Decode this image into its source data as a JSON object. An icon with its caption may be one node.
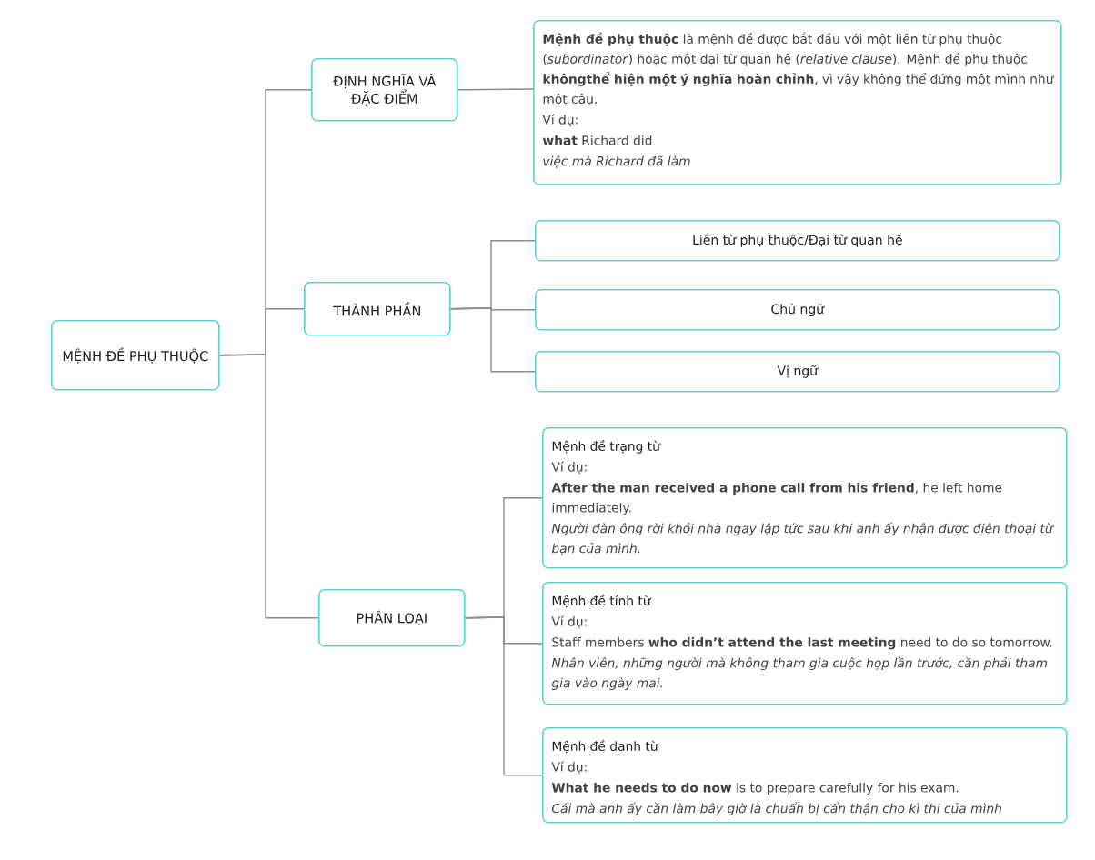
{
  "diagram": {
    "nodes": [
      {
        "text": [
          "MỆNH ĐỀ PHỤ THUỘC"
        ]
      },
      {
        "text": [
          "ĐỊNH NGHĨA VÀ ĐẶC ĐIỂM"
        ]
      },
      {
        "text": [
          "**Mệnh đề phụ thuộc** là mệnh đề được bắt đầu với một liên từ phụ thuộc (*subordinator*) hoặc một đại từ quan hệ (*relative clause*). Mệnh đề phụ thuộc **khôngthể hiện một ý nghĩa hoàn chỉnh**, vì vậy không thể đứng một mình như một câu.",
          "Ví dụ:",
          "**what** Richard did",
          "việc mà Richard đã làm"
        ]
      },
      {
        "text": [
          "THÀNH PHẦN"
        ]
      },
      {
        "text": [
          "Liên từ phụ thuộc/Đại từ quan hệ"
        ]
      },
      {
        "text": [
          "Chủ ngữ"
        ]
      },
      {
        "text": [
          "Vị ngữ"
        ]
      },
      {
        "text": [
          "PHÂN LOẠI"
        ]
      },
      {
        "text": [
          "Mệnh đề trạng từ",
          "Ví dụ:",
          "**After the man received a phone call from his friend**, he left home immediately.",
          "Người đàn ông rời khỏi nhà ngay lập tức sau khi anh ấy nhận được điện thoại từ bạn của mình."
        ]
      },
      {
        "text": [
          "Mệnh đề tính từ",
          "Ví dụ:",
          "Staff members **who didn’t attend the last meeting** need to do so tomorrow.",
          "Nhân viên, những người mà không tham gia cuộc họp lần trước, cần phải tham gia vào ngày mai."
        ]
      },
      {
        "text": [
          "Mệnh đề danh từ",
          "Ví dụ:",
          "**What he needs to do now** is to prepare carefully for his exam.",
          "Cái mà anh ấy cần làm bây giờ là chuẩn bị cẩn thận cho kì thi của mình"
        ]
      }
    ],
    "edges": [
      {
        "from": 0,
        "to": 1,
        "arrow": "none"
      },
      {
        "from": 0,
        "to": 3,
        "arrow": "none"
      },
      {
        "from": 0,
        "to": 7,
        "arrow": "none"
      },
      {
        "from": 1,
        "to": 2,
        "arrow": "none"
      },
      {
        "from": 3,
        "to": 4,
        "arrow": "none"
      },
      {
        "from": 3,
        "to": 5,
        "arrow": "none"
      },
      {
        "from": 3,
        "to": 6,
        "arrow": "none"
      },
      {
        "from": 7,
        "to": 8,
        "arrow": "none"
      },
      {
        "from": 7,
        "to": 9,
        "arrow": "none"
      },
      {
        "from": 7,
        "to": 10,
        "arrow": "none"
      }
    ]
  }
}
